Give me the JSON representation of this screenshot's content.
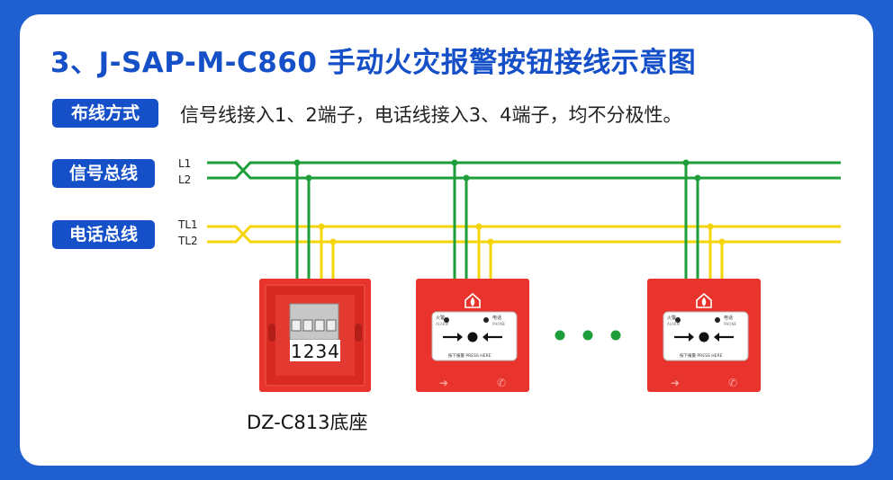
{
  "title": "3、J-SAP-M-C860 手动火灾报警按钮接线示意图",
  "wiring_method": {
    "label": "布线方式",
    "description": "信号线接入1、2端子，电话线接入3、4端子，均不分极性。"
  },
  "signal_bus": {
    "label": "信号总线",
    "line1": "L1",
    "line2": "L2",
    "color": "#1e9e3a"
  },
  "phone_bus": {
    "label": "电话总线",
    "line1": "TL1",
    "line2": "TL2",
    "color": "#f5d50a"
  },
  "base": {
    "terminals": "1234",
    "caption": "DZ-C813底座",
    "color": "#e8342c"
  },
  "button_panel": {
    "alarm_label": "火警",
    "alarm_sub": "ALARM",
    "phone_label": "电话",
    "phone_sub": "PHONE",
    "press_text": "按下报警 PRESS HERE",
    "color": "#e8342c"
  },
  "ellipsis_color": "#1e9e3a",
  "brand_blue": "#1550c8"
}
